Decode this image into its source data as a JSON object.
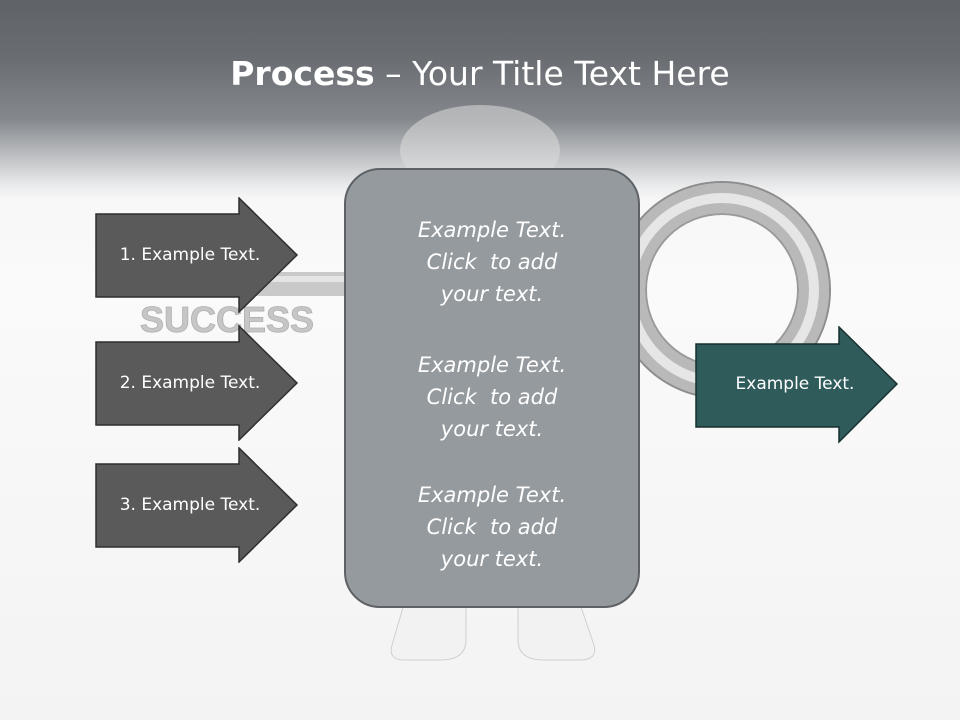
{
  "title": {
    "bold": "Process",
    "rest": " – Your Title Text Here"
  },
  "background": {
    "word": "SUCCESS"
  },
  "left_arrows": [
    {
      "label": "1. Example Text."
    },
    {
      "label": "2. Example Text."
    },
    {
      "label": "3. Example Text."
    }
  ],
  "center_panel": {
    "blocks": [
      {
        "lines": [
          "Example Text.",
          "Click  to add",
          "your text."
        ]
      },
      {
        "lines": [
          "Example Text.",
          "Click  to add",
          "your text."
        ]
      },
      {
        "lines": [
          "Example Text.",
          "Click  to add",
          "your text."
        ]
      }
    ]
  },
  "right_arrow": {
    "label": "Example Text."
  },
  "colors": {
    "left_arrow_fill": "#5a5a5a",
    "right_arrow_fill": "#2f5b5b",
    "panel_fill": "#959a9e",
    "title_band": "#5f6368"
  }
}
